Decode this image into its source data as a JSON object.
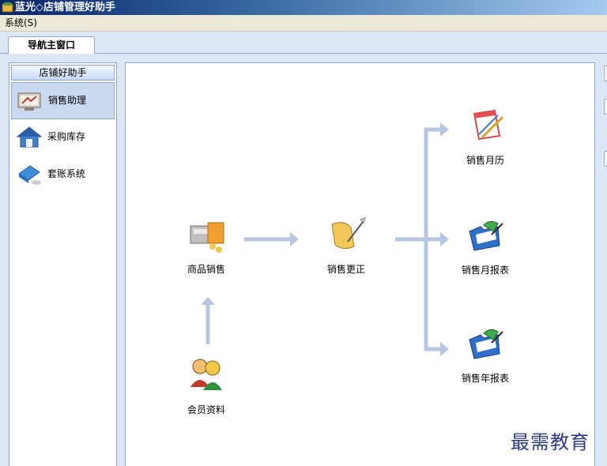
{
  "window": {
    "title": "蓝光◇店铺管理好助手"
  },
  "menu": {
    "items": [
      {
        "label": "系统(S)"
      }
    ]
  },
  "tabs": [
    {
      "label": "导航主窗口",
      "active": true
    }
  ],
  "sidebar": {
    "header": "店铺好助手",
    "items": [
      {
        "label": "销售助理",
        "icon": "sales-assistant-icon",
        "selected": true
      },
      {
        "label": "采购库存",
        "icon": "house-icon",
        "selected": false
      },
      {
        "label": "套账系统",
        "icon": "book-icon",
        "selected": false
      }
    ]
  },
  "flow": {
    "nodes": {
      "product_sales": {
        "label": "商品销售",
        "icon": "cash-register-icon"
      },
      "sales_correction": {
        "label": "销售更正",
        "icon": "scroll-icon"
      },
      "member_info": {
        "label": "会员资料",
        "icon": "members-icon"
      },
      "monthly_sales": {
        "label": "销售月历",
        "icon": "calendar-icon"
      },
      "monthly_report": {
        "label": "销售月报表",
        "icon": "folder-report-icon"
      },
      "yearly_report": {
        "label": "销售年报表",
        "icon": "folder-report-icon"
      }
    },
    "arrow_color": "#b4c6e2"
  },
  "watermark": "最需教育",
  "colors": {
    "accent": "#3a6ea5",
    "panel_border": "#8aa6d6",
    "selected_bg": "#c8d9f0"
  }
}
